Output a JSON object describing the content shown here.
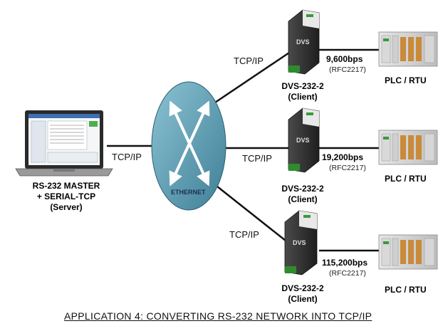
{
  "server": {
    "line1": "RS-232 MASTER",
    "line2": "+ SERIAL-TCP",
    "line3": "(Server)"
  },
  "network_label": "ETHERNET",
  "links": {
    "server_to_ethernet": "TCP/IP",
    "ethernet_to_device1": "TCP/IP",
    "ethernet_to_device2": "TCP/IP",
    "ethernet_to_device3": "TCP/IP"
  },
  "devices": [
    {
      "brand": "DVS",
      "name": "DVS-232-2",
      "role": "(Client)",
      "speed": "9,600bps",
      "protocol": "(RFC2217)",
      "target": "PLC / RTU"
    },
    {
      "brand": "DVS",
      "name": "DVS-232-2",
      "role": "(Client)",
      "speed": "19,200bps",
      "protocol": "(RFC2217)",
      "target": "PLC / RTU"
    },
    {
      "brand": "DVS",
      "name": "DVS-232-2",
      "role": "(Client)",
      "speed": "115,200bps",
      "protocol": "(RFC2217)",
      "target": "PLC / RTU"
    }
  ],
  "caption": "APPLICATION 4: CONVERTING RS-232 NETWORK INTO TCP/IP",
  "colors": {
    "ethernet_fill": "#5e9fb4",
    "arrow_white": "#ffffff",
    "device_body": "#2b2b2b",
    "terminal_green": "#2e8b2e",
    "plc_orange": "#c98a3a"
  }
}
